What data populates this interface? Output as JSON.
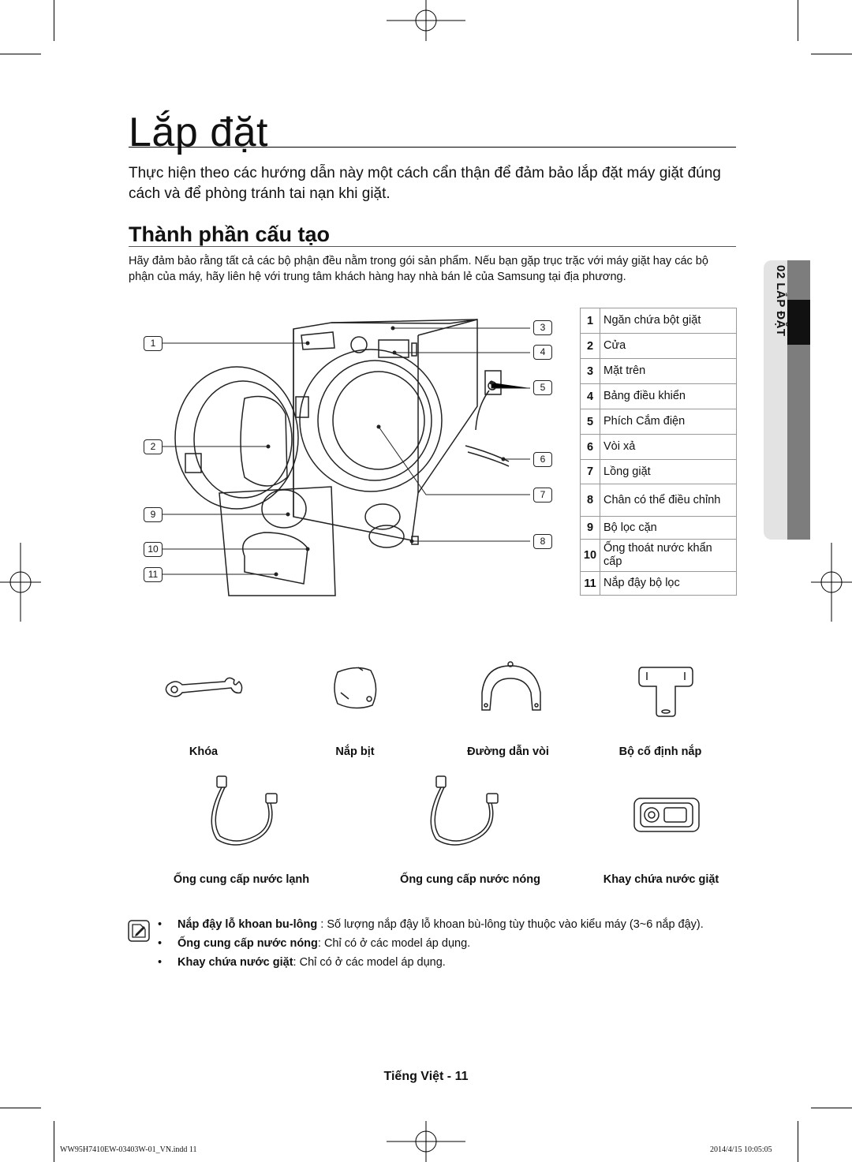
{
  "page": {
    "title": "Lắp đặt",
    "intro": "Thực hiện theo các hướng dẫn này một cách cẩn thận để đảm bảo lắp đặt máy giặt đúng cách và để phòng tránh tai nạn khi giặt.",
    "section_title": "Thành phần cấu tạo",
    "section_paragraph": "Hãy đảm bảo rằng tất cả các bộ phận đều nằm trong gói sản phẩm. Nếu bạn gặp trục trặc với máy giặt hay các bộ phận của máy, hãy liên hệ với trung tâm khách hàng hay nhà bán lẻ của Samsung tại địa phương.",
    "side_tab": "02 LẮP ĐẶT"
  },
  "parts": [
    {
      "num": "1",
      "label": "Ngăn chứa bột giặt"
    },
    {
      "num": "2",
      "label": "Cửa"
    },
    {
      "num": "3",
      "label": "Mặt trên"
    },
    {
      "num": "4",
      "label": "Bảng điều khiển"
    },
    {
      "num": "5",
      "label": "Phích Cắm điện"
    },
    {
      "num": "6",
      "label": "Vòi xả"
    },
    {
      "num": "7",
      "label": "Lồng giặt"
    },
    {
      "num": "8",
      "label": "Chân có thể điều chỉnh"
    },
    {
      "num": "9",
      "label": "Bộ lọc cặn"
    },
    {
      "num": "10",
      "label": "Ống thoát nước khẩn cấp"
    },
    {
      "num": "11",
      "label": "Nắp đậy bộ lọc"
    }
  ],
  "callouts_left": [
    "1",
    "2",
    "9",
    "10",
    "11"
  ],
  "callouts_right": [
    "3",
    "4",
    "5",
    "6",
    "7",
    "8"
  ],
  "accessories": [
    {
      "label": "Khóa",
      "icon": "spanner-icon"
    },
    {
      "label": "Nắp bịt",
      "icon": "cap-icon"
    },
    {
      "label": "Đường dẫn vòi",
      "icon": "hose-guide-icon"
    },
    {
      "label": "Bộ cố định nắp",
      "icon": "cap-fixer-icon"
    },
    {
      "label": "Ống cung cấp nước lạnh",
      "icon": "cold-hose-icon"
    },
    {
      "label": "Ống cung cấp nước nóng",
      "icon": "hot-hose-icon"
    },
    {
      "label": "Khay chứa nước giặt",
      "icon": "detergent-tray-icon"
    }
  ],
  "notes": [
    {
      "bullet": "•",
      "bold": "Nắp đậy lỗ khoan bu-lông",
      "text": " : Số lượng nắp đậy lỗ khoan bù-lông tùy thuộc vào kiểu máy (3~6 nắp đậy)."
    },
    {
      "bullet": "•",
      "bold": "Ống cung cấp nước nóng",
      "text": ": Chỉ có ở các model áp dụng."
    },
    {
      "bullet": "•",
      "bold": "Khay chứa nước giặt",
      "text": ": Chỉ có ở các model áp dụng."
    }
  ],
  "footer": {
    "page_label": "Tiếng Việt - 11",
    "file": "WW95H7410EW-03403W-01_VN.indd   11",
    "timestamp": "2014/4/15   10:05:05"
  }
}
